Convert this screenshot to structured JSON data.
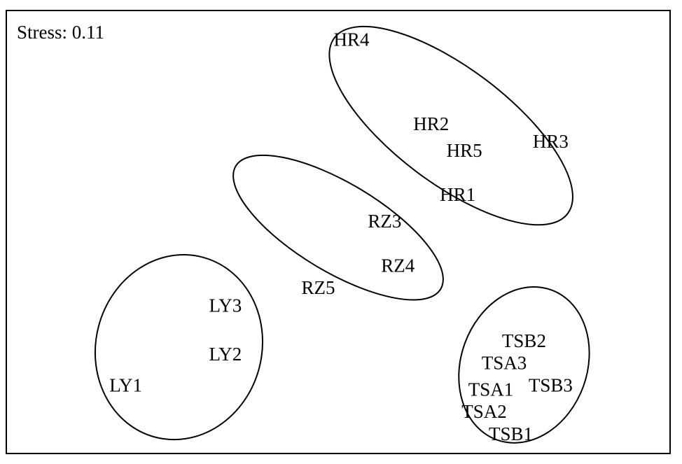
{
  "chart_data": {
    "type": "scatter",
    "annotation": "Stress: 0.11",
    "points": [
      {
        "label": "HR4",
        "x": 0.52,
        "y": 0.93,
        "group": "HR"
      },
      {
        "label": "HR2",
        "x": 0.64,
        "y": 0.74,
        "group": "HR"
      },
      {
        "label": "HR5",
        "x": 0.69,
        "y": 0.68,
        "group": "HR"
      },
      {
        "label": "HR3",
        "x": 0.82,
        "y": 0.7,
        "group": "HR"
      },
      {
        "label": "HR1",
        "x": 0.68,
        "y": 0.58,
        "group": "HR"
      },
      {
        "label": "RZ3",
        "x": 0.57,
        "y": 0.52,
        "group": "RZ"
      },
      {
        "label": "RZ4",
        "x": 0.59,
        "y": 0.42,
        "group": "RZ"
      },
      {
        "label": "RZ5",
        "x": 0.47,
        "y": 0.37,
        "group": "RZ"
      },
      {
        "label": "LY3",
        "x": 0.33,
        "y": 0.33,
        "group": "LY"
      },
      {
        "label": "LY2",
        "x": 0.33,
        "y": 0.22,
        "group": "LY"
      },
      {
        "label": "LY1",
        "x": 0.18,
        "y": 0.15,
        "group": "LY"
      },
      {
        "label": "TSB2",
        "x": 0.78,
        "y": 0.25,
        "group": "TS"
      },
      {
        "label": "TSA3",
        "x": 0.75,
        "y": 0.2,
        "group": "TS"
      },
      {
        "label": "TSB3",
        "x": 0.82,
        "y": 0.15,
        "group": "TS"
      },
      {
        "label": "TSA1",
        "x": 0.73,
        "y": 0.14,
        "group": "TS"
      },
      {
        "label": "TSA2",
        "x": 0.72,
        "y": 0.09,
        "group": "TS"
      },
      {
        "label": "TSB1",
        "x": 0.76,
        "y": 0.04,
        "group": "TS"
      }
    ],
    "groups": [
      {
        "name": "HR",
        "cx": 0.67,
        "cy": 0.74,
        "rx": 0.22,
        "ry": 0.13,
        "rotation_deg": 37
      },
      {
        "name": "RZ",
        "cx": 0.5,
        "cy": 0.51,
        "rx": 0.18,
        "ry": 0.1,
        "rotation_deg": 31
      },
      {
        "name": "LY",
        "cx": 0.26,
        "cy": 0.24,
        "rx": 0.125,
        "ry": 0.21,
        "rotation_deg": 15
      },
      {
        "name": "TS",
        "cx": 0.78,
        "cy": 0.2,
        "rx": 0.095,
        "ry": 0.18,
        "rotation_deg": 20
      }
    ],
    "xlim": [
      0,
      1
    ],
    "ylim": [
      0,
      1
    ],
    "grid": false,
    "axes_visible": false
  }
}
